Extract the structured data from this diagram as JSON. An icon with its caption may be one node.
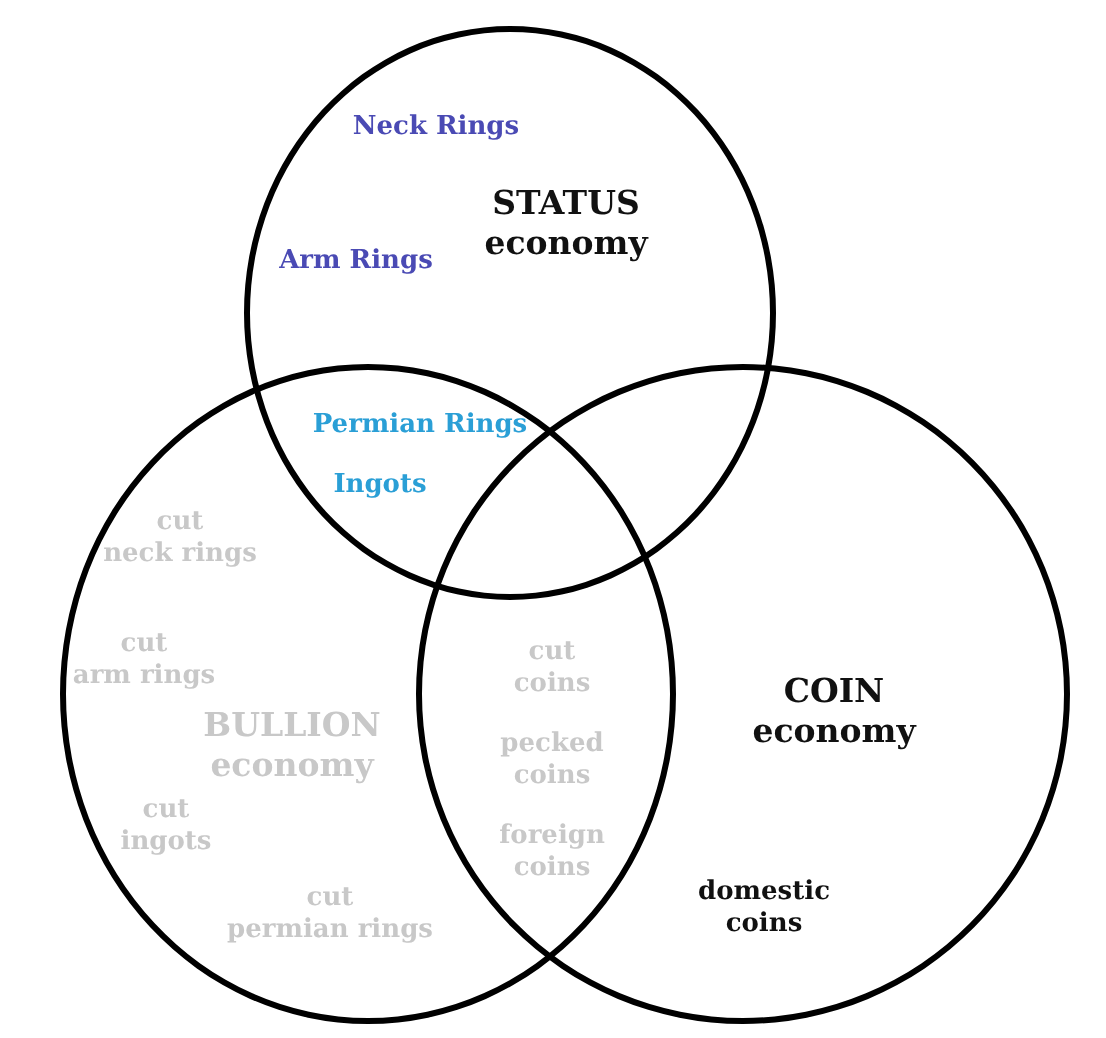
{
  "diagram": {
    "nodes": [
      {
        "text": [
          "Neck Rings",
          "STATUS economy",
          "Arm Rings"
        ]
      },
      {
        "text": [
          "cut neck rings",
          "cut arm rings",
          "BULLION economy",
          "cut ingots",
          "cut permian rings"
        ]
      },
      {
        "text": [
          "COIN economy",
          "domestic coins"
        ]
      }
    ],
    "labels": [
      "Permian Rings",
      "Ingots",
      "cut coins",
      "pecked coins",
      "foreign coins"
    ]
  }
}
